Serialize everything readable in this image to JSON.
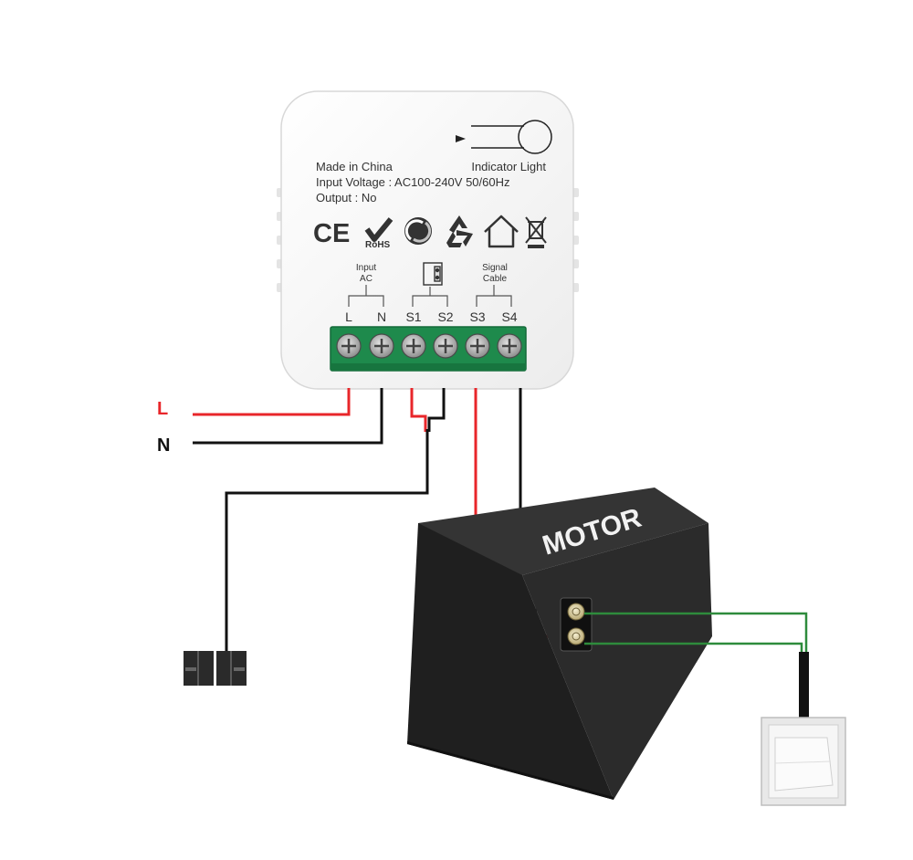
{
  "module": {
    "made_in": "Made in China",
    "indicator_label": "Indicator Light",
    "input_voltage": "Input Voltage : AC100-240V 50/60Hz",
    "output": "Output :  No",
    "cert_ce": "CE",
    "cert_rohs": "RoHS",
    "group_input_line1": "Input",
    "group_input_line2": "AC",
    "group_signal_line1": "Signal",
    "group_signal_line2": "Cable",
    "terminals": [
      "L",
      "N",
      "S1",
      "S2",
      "S3",
      "S4"
    ],
    "icons": [
      "ce-mark-icon",
      "rohs-icon",
      "green-dot-icon",
      "recycle-icon",
      "house-icon",
      "weee-bin-icon"
    ]
  },
  "wiring": {
    "line_label": "L",
    "neutral_label": "N",
    "motor_label": "MOTOR",
    "colors": {
      "live": "#e8262a",
      "neutral": "#111111",
      "signal": "#2e8b3c",
      "terminal_block": "#1e8a4c",
      "motor_body": "#262626"
    }
  }
}
